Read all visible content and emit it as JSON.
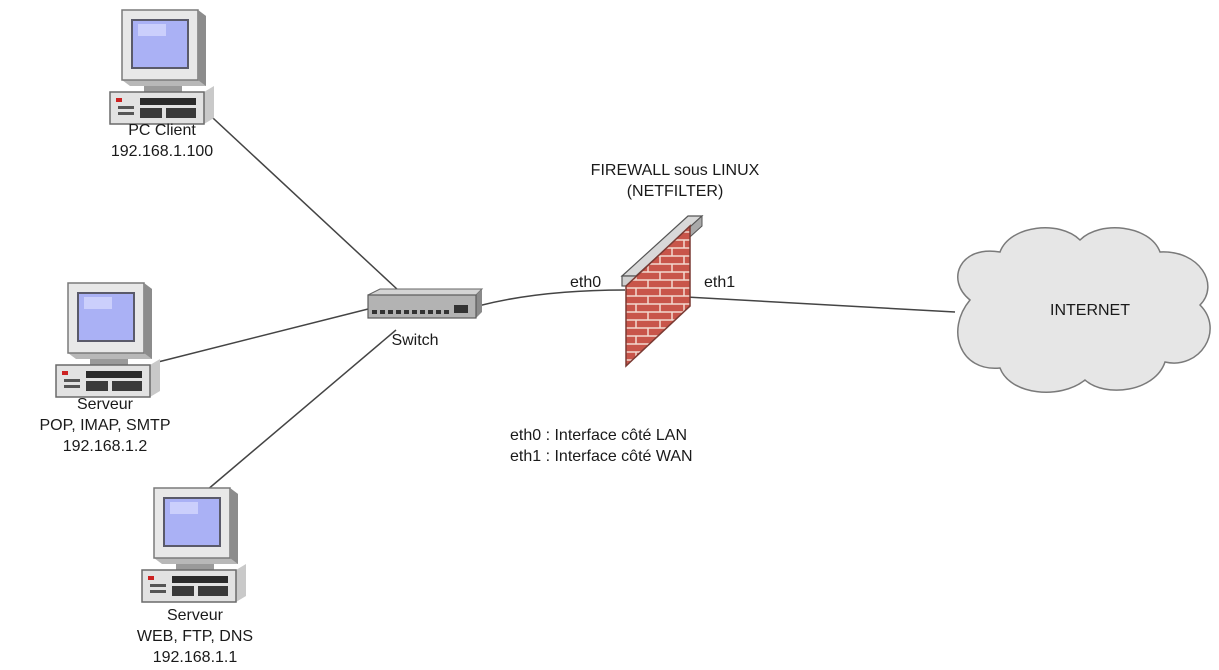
{
  "nodes": {
    "pc_client": {
      "name": "PC Client",
      "ip": "192.168.1.100"
    },
    "mail_server": {
      "name": "Serveur",
      "services": "POP, IMAP, SMTP",
      "ip": "192.168.1.2"
    },
    "web_server": {
      "name": "Serveur",
      "services": "WEB, FTP, DNS",
      "ip": "192.168.1.1"
    },
    "switch": {
      "label": "Switch"
    },
    "firewall": {
      "title_line1": "FIREWALL sous LINUX",
      "title_line2": "(NETFILTER)",
      "port_lan": "eth0",
      "port_wan": "eth1"
    },
    "internet": {
      "label": "INTERNET"
    }
  },
  "legend": {
    "line1": "eth0 :  Interface côté LAN",
    "line2": "eth1 :  Interface côté WAN"
  },
  "colors": {
    "brick": "#c8554a",
    "mortar": "#f3d9cf",
    "screen": "#aab1f5",
    "case": "#d9d9d9",
    "cloud": "#e6e6e6",
    "link": "#444444"
  }
}
